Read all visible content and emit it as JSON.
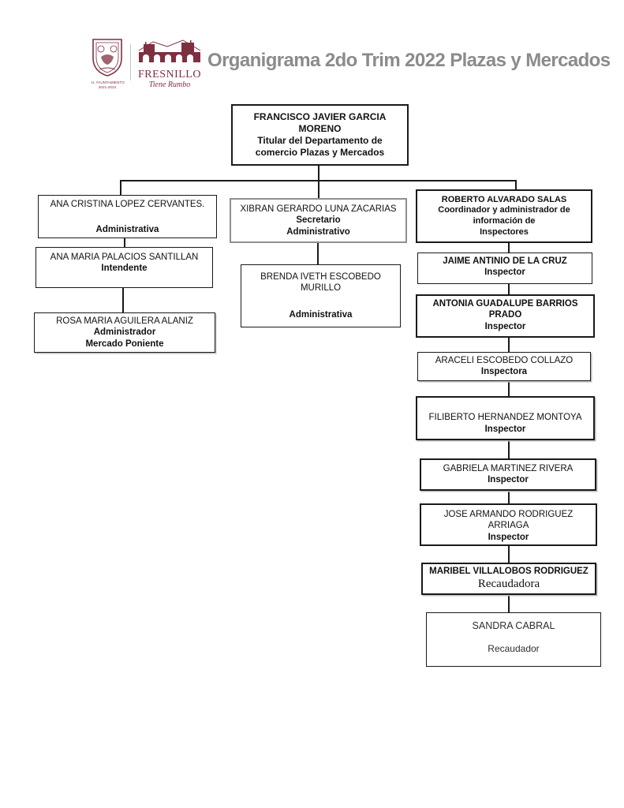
{
  "header": {
    "crest_caption_line1": "H. AYUNTAMIENTO",
    "crest_caption_line2": "2021-2024",
    "logo_name": "FRESNILLO",
    "logo_tagline": "Tiene Rumbo",
    "title": "Organigrama 2do Trim 2022 Plazas y Mercados",
    "brand_color": "#7d3040",
    "title_color": "#8b8b8b"
  },
  "org": {
    "nodes": [
      {
        "id": "francisco",
        "name": "FRANCISCO JAVIER GARCIA MORENO",
        "role": "Titular del Departamento de comercio Plazas y Mercados"
      },
      {
        "id": "ana-cristina",
        "name": "ANA CRISTINA LOPEZ CERVANTES.",
        "role": "Administrativa"
      },
      {
        "id": "ana-maria",
        "name": "ANA MARIA PALACIOS SANTILLAN",
        "role": "Intendente"
      },
      {
        "id": "rosa-maria",
        "name": "ROSA MARIA AGUILERA ALANIZ",
        "role": "Administrador",
        "role2": "Mercado Poniente"
      },
      {
        "id": "xibran",
        "name": "XIBRAN GERARDO LUNA ZACARIAS",
        "role": "Secretario",
        "role2": "Administrativo"
      },
      {
        "id": "brenda",
        "name": "BRENDA IVETH ESCOBEDO MURILLO",
        "role": "Administrativa"
      },
      {
        "id": "roberto",
        "name": "ROBERTO ALVARADO SALAS",
        "role": "Coordinador y administrador de información de",
        "role2": "Inspectores"
      },
      {
        "id": "jaime",
        "name": "JAIME ANTINIO DE LA CRUZ",
        "role": "Inspector"
      },
      {
        "id": "antonia",
        "name": "ANTONIA GUADALUPE BARRIOS PRADO",
        "role": "Inspector"
      },
      {
        "id": "araceli",
        "name": "ARACELI ESCOBEDO COLLAZO",
        "role": "Inspectora"
      },
      {
        "id": "filiberto",
        "name": "FILIBERTO HERNANDEZ MONTOYA",
        "role": "Inspector"
      },
      {
        "id": "gabriela",
        "name": "GABRIELA MARTINEZ RIVERA",
        "role": "Inspector"
      },
      {
        "id": "jose",
        "name": "JOSE ARMANDO RODRIGUEZ ARRIAGA",
        "role": "Inspector"
      },
      {
        "id": "maribel",
        "name": "MARIBEL VILLALOBOS RODRIGUEZ",
        "role": "Recaudadora"
      },
      {
        "id": "sandra",
        "name": "SANDRA CABRAL",
        "role": "Recaudador"
      }
    ]
  }
}
